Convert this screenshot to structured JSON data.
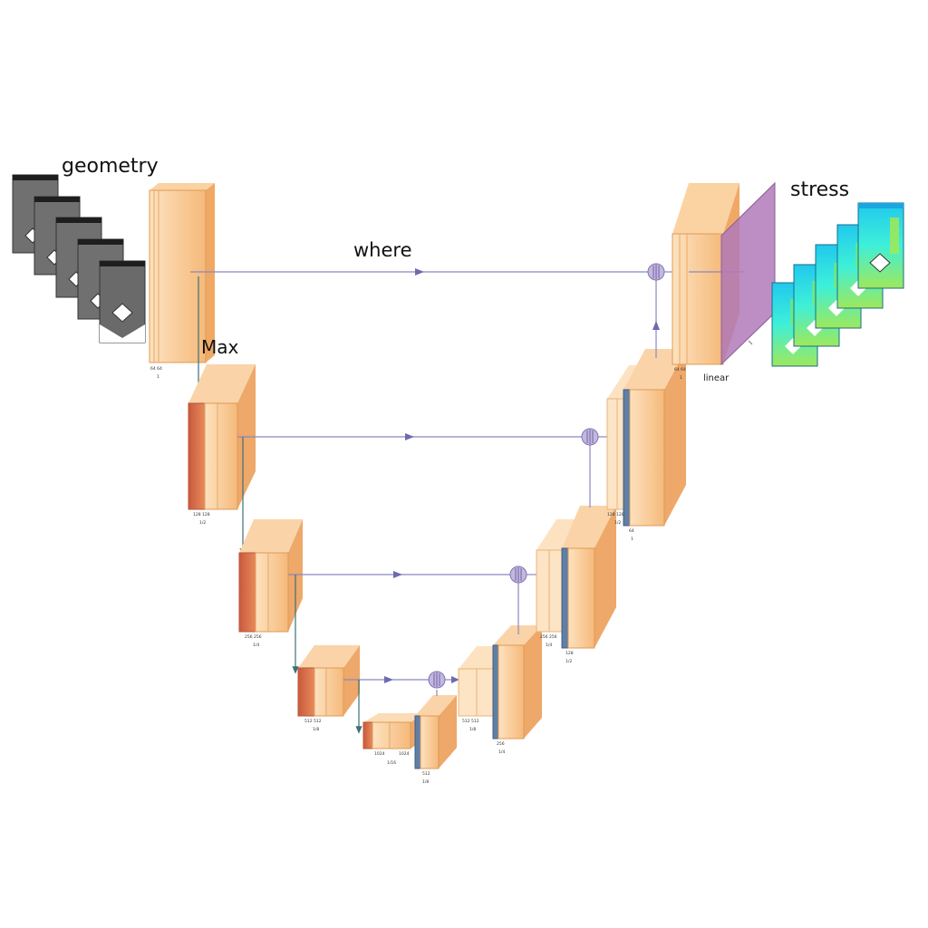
{
  "labels": {
    "geometry": "geometry",
    "stress": "stress",
    "where": "where",
    "max": "Max",
    "linear": "linear"
  },
  "colors": {
    "conv": "#f6c690",
    "conv_edge": "#e6a766",
    "pool": "#d9704e",
    "upsample": "#5f7fa6",
    "arrow": "#8a87bf",
    "down_arrow": "#3e6f78",
    "concat": "#b7aad6",
    "output_layer": "#b07ab8",
    "input_gray": "#6b6b6b",
    "stress_cyan": "#22d8f0",
    "stress_green": "#8fe060"
  },
  "block_labels": {
    "e1_ch": "64 64",
    "e1_res": "1",
    "e2_ch": "128 128",
    "e2_res": "1/2",
    "e3_ch": "256 256",
    "e3_res": "1/4",
    "e4_ch": "512 512",
    "e4_res": "1/8",
    "b_ch1": "1024",
    "b_ch2": "1024",
    "b_res": "1/16",
    "b_up": "512",
    "b_up_res": "1/8",
    "d4_ch": "512 512",
    "d4_res": "1/8",
    "d4_up": "256",
    "d4_up_res": "1/4",
    "d3_ch": "256 256",
    "d3_res": "1/4",
    "d3_up": "128",
    "d3_up_res": "1/2",
    "d2_ch": "128 128",
    "d2_res": "1/2",
    "d2_up": "64",
    "d2_up_res": "1",
    "d1_ch": "64 64",
    "d1_res": "1"
  }
}
